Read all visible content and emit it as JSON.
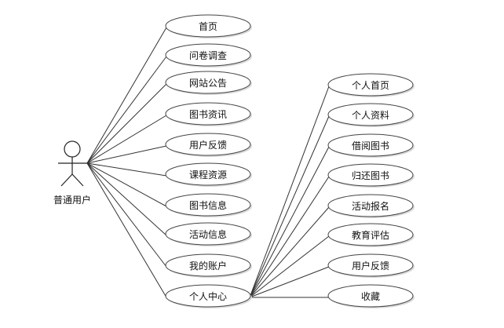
{
  "actor": {
    "label": "普通用户"
  },
  "use_cases": [
    "首页",
    "问卷调查",
    "网站公告",
    "图书资讯",
    "用户反馈",
    "课程资源",
    "图书信息",
    "活动信息",
    "我的账户",
    "个人中心"
  ],
  "sub_use_cases": [
    "个人首页",
    "个人资料",
    "借阅图书",
    "归还图书",
    "活动报名",
    "教育评估",
    "用户反馈",
    "收藏"
  ]
}
